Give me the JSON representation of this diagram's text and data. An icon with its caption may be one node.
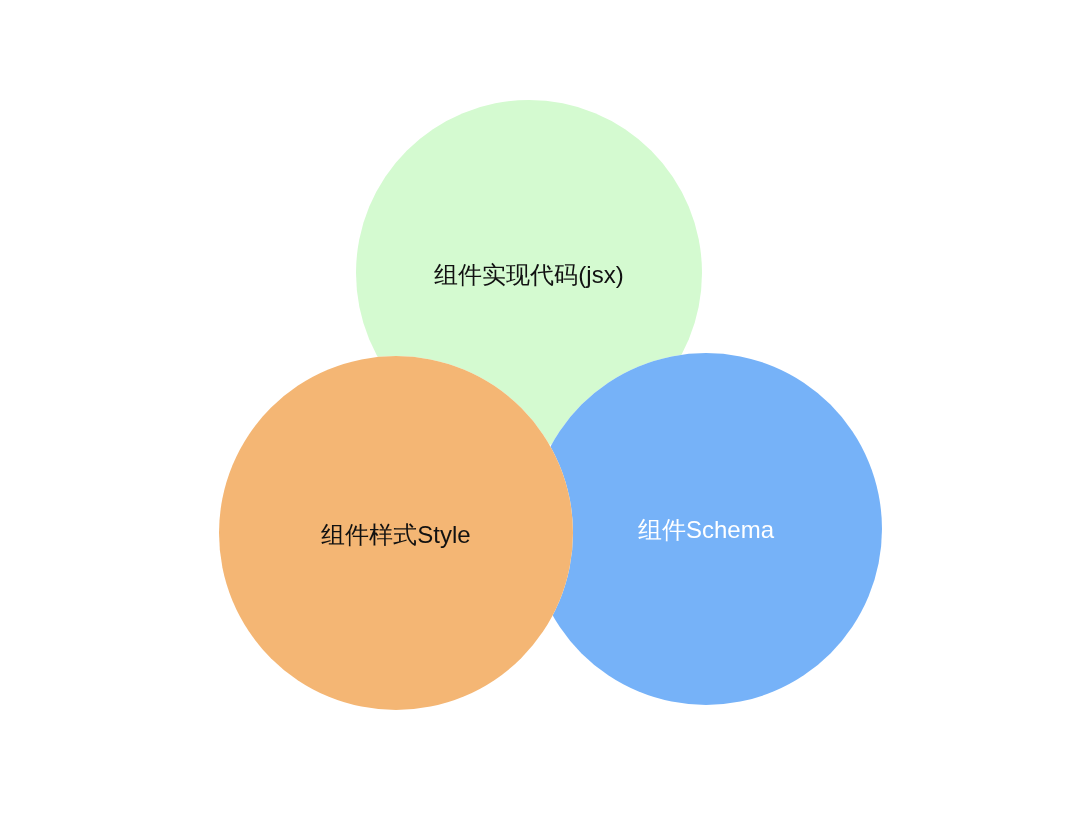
{
  "diagram": {
    "nodes": [
      {
        "text": [
          "组件实现代码(jsx)"
        ]
      },
      {
        "text": [
          "组件样式Style"
        ]
      },
      {
        "text": [
          "组件Schema"
        ]
      }
    ]
  }
}
